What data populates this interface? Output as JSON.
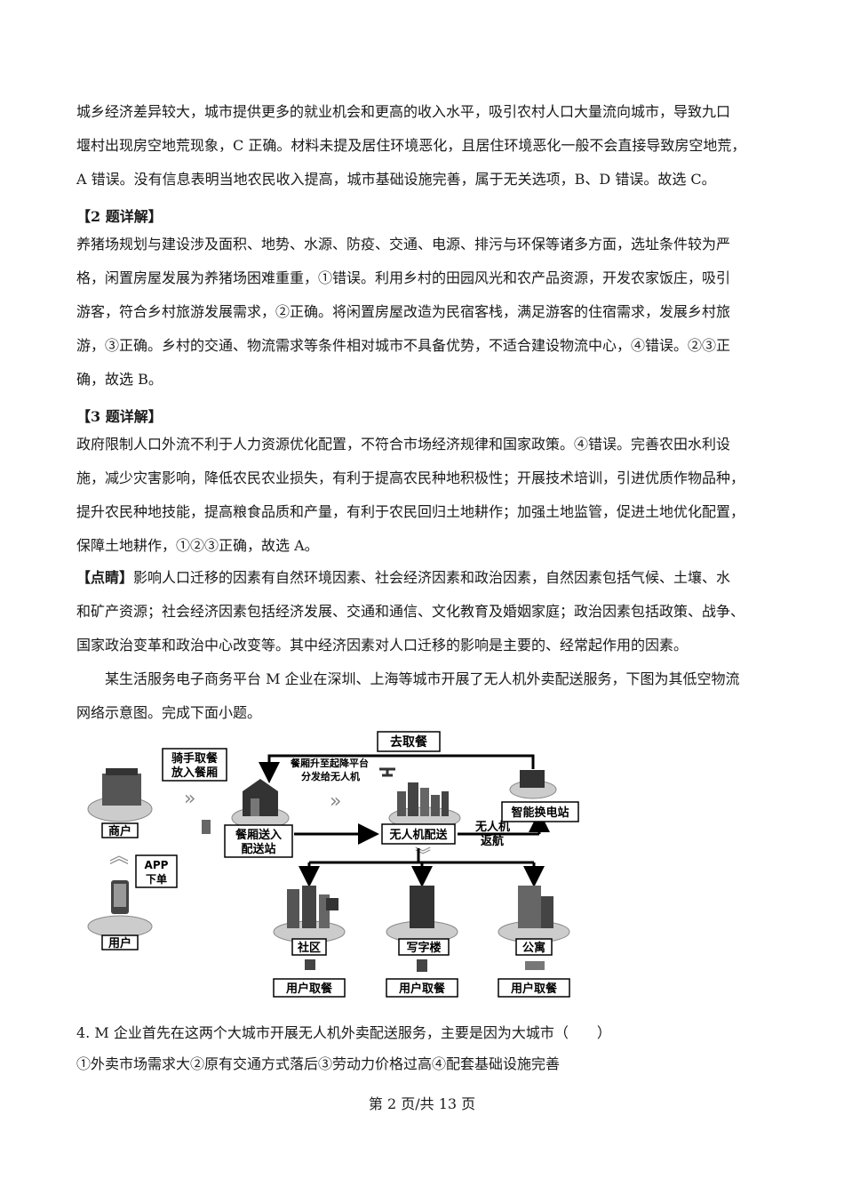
{
  "body": {
    "para1": [
      "城乡经济差异较大，城市提供更多的就业机会和更高的收入水平，吸引农村人口大量流向城市，导致九口",
      "堰村出现房空地荒现象，C 正确。材料未提及居住环境恶化，且居住环境恶化一般不会直接导致房空地荒，",
      "A 错误。没有信息表明当地农民收入提高，城市基础设施完善，属于无关选项，B、D 错误。故选  C。"
    ],
    "h2": "【2 题详解】",
    "para2": [
      "养猪场规划与建设涉及面积、地势、水源、防疫、交通、电源、排污与环保等诸多方面，选址条件较为严",
      "格，闲置房屋发展为养猪场困难重重，①错误。利用乡村的田园风光和农产品资源，开发农家饭庄，吸引",
      "游客，符合乡村旅游发展需求，②正确。将闲置房屋改造为民宿客栈，满足游客的住宿需求，发展乡村旅",
      "游，③正确。乡村的交通、物流需求等条件相对城市不具备优势，不适合建设物流中心，④错误。②③正",
      "确，故选  B。"
    ],
    "h3": "【3 题详解】",
    "para3": [
      "政府限制人口外流不利于人力资源优化配置，不符合市场经济规律和国家政策。④错误。完善农田水利设",
      "施，减少灾害影响，降低农民农业损失，有利于提高农民种地积极性；开展技术培训，引进优质作物品种，",
      "提升农民种地技能，提高粮食品质和产量，有利于农民回归土地耕作；加强土地监管，促进土地优化配置，",
      "保障土地耕作，①②③正确，故选  A。"
    ],
    "dianjing_label": "【点睛】",
    "para4": [
      "影响人口迁移的因素有自然环境因素、社会经济因素和政治因素，自然因素包括气候、土壤、水",
      "和矿产资源；社会经济因素包括经济发展、交通和通信、文化教育及婚姻家庭；政治因素包括政策、战争、",
      "国家政治变革和政治中心改变等。其中经济因素对人口迁移的影响是主要的、经常起作用的因素。"
    ],
    "intro": [
      "　　某生活服务电子商务平台  M 企业在深圳、上海等城市开展了无人机外卖配送服务，下图为其低空物流",
      "网络示意图。完成下面小题。"
    ],
    "q4": "4. M 企业首先在这两个大城市开展无人机外卖配送服务，主要是因为大城市（　　）",
    "q4_options": "①外卖市场需求大②原有交通方式落后③劳动力价格过高④配套基础设施完善"
  },
  "diagram": {
    "go_pickup": "去取餐",
    "rider_line1": "骑手取餐",
    "rider_line2": "放入餐厢",
    "platform_line1": "餐厢升至起降平台",
    "platform_line2": "分发给无人机",
    "merchant": "商户",
    "app_line1": "APP",
    "app_line2": "下单",
    "user": "用户",
    "station_line1": "餐厢送入",
    "station_line2": "配送站",
    "drone_delivery": "无人机配送",
    "drone_return_line1": "无人机",
    "drone_return_line2": "返航",
    "battery_station": "智能换电站",
    "community": "社区",
    "office": "写字楼",
    "apartment": "公寓",
    "user_pickup_1": "用户取餐",
    "user_pickup_2": "用户取餐",
    "user_pickup_3": "用户取餐"
  },
  "footer": "第  2 页/共  13 页"
}
